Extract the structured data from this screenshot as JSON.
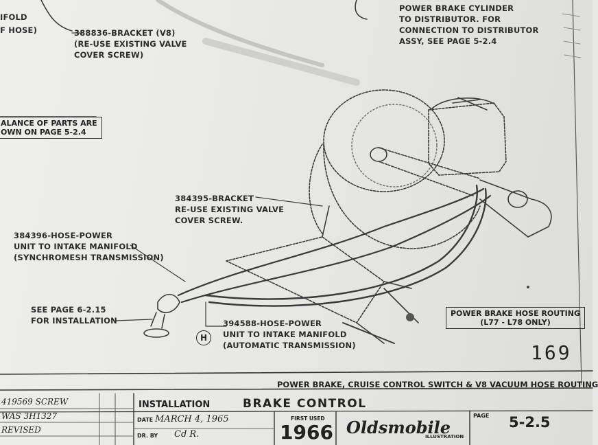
{
  "callouts": {
    "top_left_fragment_1": "IFOLD",
    "top_left_fragment_2": "F HOSE)",
    "bracket_v8": [
      "388836-BRACKET (V8)",
      "(RE-USE EXISTING VALVE",
      "COVER SCREW)"
    ],
    "top_right": [
      "POWER BRAKE CYLINDER",
      "TO DISTRIBUTOR. FOR",
      "CONNECTION TO DISTRIBUTOR",
      "ASSY, SEE PAGE 5-2.4"
    ],
    "bracket_384395": [
      "384395-BRACKET",
      "RE-USE EXISTING VALVE",
      "COVER SCREW."
    ],
    "hose_384396": [
      "384396-HOSE-POWER",
      "UNIT TO INTAKE MANIFOLD",
      "(SYNCHROMESH TRANSMISSION)"
    ],
    "see_page": [
      "SEE PAGE 6-2.15",
      "FOR INSTALLATION"
    ],
    "hose_394588": [
      "394588-HOSE-POWER",
      "UNIT TO INTAKE MANIFOLD",
      "(AUTOMATIC TRANSMISSION)"
    ],
    "view_marker": "H"
  },
  "boxes": {
    "balance": [
      "ALANCE OF PARTS ARE",
      "OWN ON PAGE 5-2.4"
    ],
    "routing": [
      "POWER BRAKE HOSE ROUTING",
      "(L77 - L78 ONLY)"
    ]
  },
  "page_number": "169",
  "section_title": "POWER BRAKE, CRUISE CONTROL SWITCH & V8 VACUUM HOSE ROUTING",
  "title_block": {
    "revisions": [
      "419569 SCREW",
      "WAS 3H1327",
      "REVISED"
    ],
    "installation_label": "INSTALLATION",
    "group_title": "BRAKE CONTROL",
    "date_label": "DATE",
    "date_value": "MARCH 4, 1965",
    "dr_by_label": "DR. BY",
    "dr_by_value": "Cd R.",
    "first_used_label": "FIRST USED",
    "first_used_value": "1966",
    "logo_text": "Oldsmobile",
    "logo_sub": "ILLUSTRATION",
    "page_label": "PAGE",
    "page_value": "5-2.5"
  }
}
